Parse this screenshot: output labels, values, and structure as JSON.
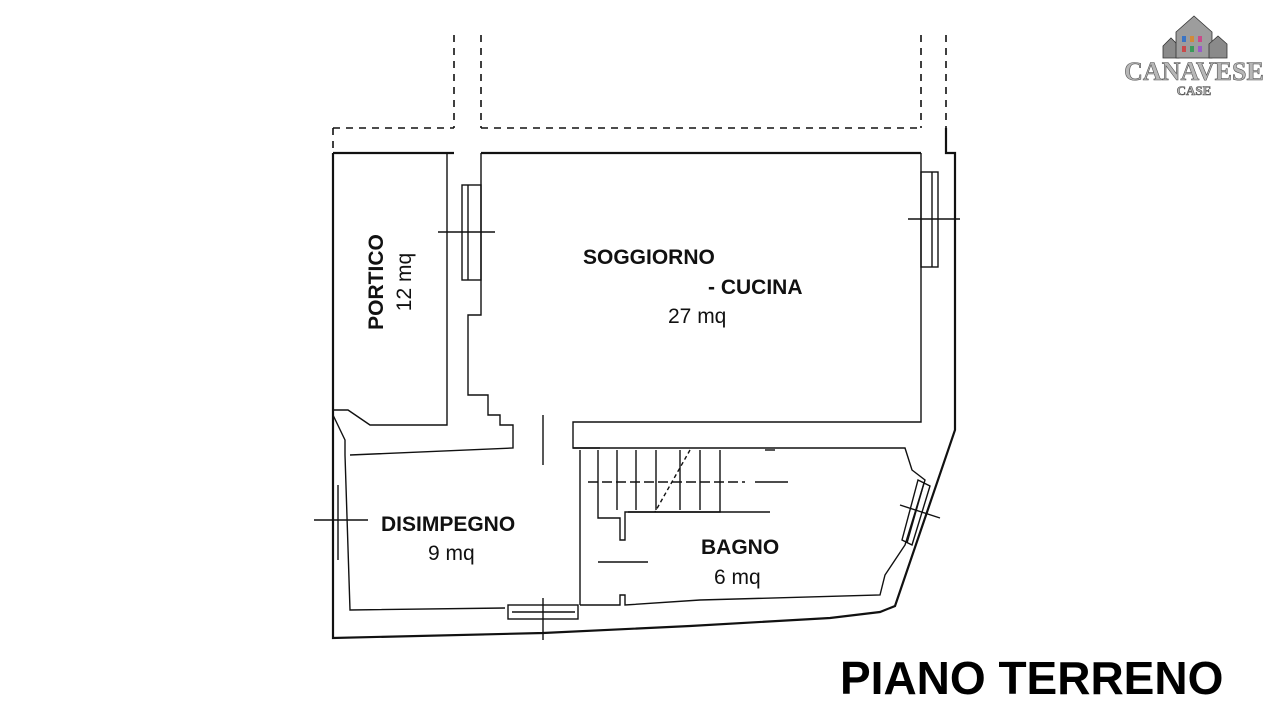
{
  "plan": {
    "title": "PIANO TERRENO",
    "rooms": [
      {
        "name": "PORTICO",
        "area": "12 mq"
      },
      {
        "name_line1": "SOGGIORNO",
        "name_line2": "- CUCINA",
        "area": "27 mq"
      },
      {
        "name": "DISIMPEGNO",
        "area": "9 mq"
      },
      {
        "name": "BAGNO",
        "area": "6 mq"
      }
    ]
  },
  "logo": {
    "name": "CANAVESE",
    "sub": "CASE",
    "icon": "houses-icon"
  },
  "colors": {
    "line": "#111111",
    "background": "#ffffff",
    "logo": "#b7b7b7"
  }
}
